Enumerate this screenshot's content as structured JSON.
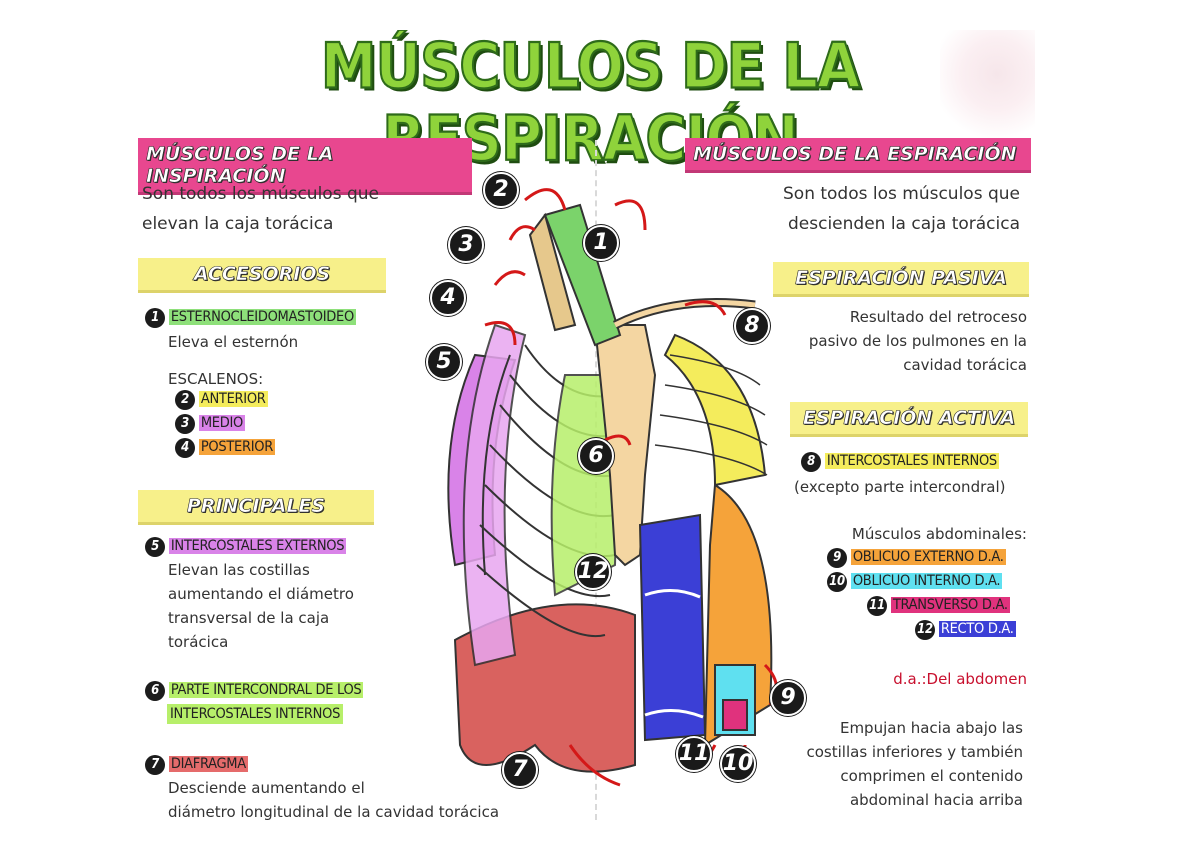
{
  "title": "MÚSCULOS DE LA RESPIRACIÓN",
  "left": {
    "banner": "MÚSCULOS DE LA INSPIRACIÓN",
    "intro_1": "Son todos los músculos que",
    "intro_2": "elevan la caja torácica",
    "accesorios": "ACCESORIOS",
    "esterno": "ESTERNOCLEIDOMASTOIDEO",
    "esterno_desc": "Eleva el esternón",
    "escalenos": "ESCALENOS:",
    "anterior": "ANTERIOR",
    "medio": "MEDIO",
    "posterior": "POSTERIOR",
    "principales": "PRINCIPALES",
    "intercostales_ext": "INTERCOSTALES EXTERNOS",
    "ext_desc_1": "Elevan las costillas",
    "ext_desc_2": "aumentando el diámetro",
    "ext_desc_3": "transversal de la caja",
    "ext_desc_4": "torácica",
    "intercondral_1": "PARTE INTERCONDRAL DE LOS",
    "intercondral_2": "INTERCOSTALES INTERNOS",
    "diafragma": "DIAFRAGMA",
    "diaf_desc_1": "Desciende aumentando el",
    "diaf_desc_2": "diámetro longitudinal de la cavidad torácica"
  },
  "right": {
    "banner": "MÚSCULOS DE LA ESPIRACIÓN",
    "intro_1": "Son todos los músculos que",
    "intro_2": "descienden la caja torácica",
    "pasiva": "ESPIRACIÓN PASIVA",
    "pasiva_1": "Resultado del retroceso",
    "pasiva_2": "pasivo de los pulmones en la",
    "pasiva_3": "cavidad torácica",
    "activa": "ESPIRACIÓN ACTIVA",
    "int_internos": "INTERCOSTALES INTERNOS",
    "excepto": "(excepto parte intercondral)",
    "abdominales": "Músculos abdominales:",
    "oblicuo_ext": "OBLICUO EXTERNO D.A.",
    "oblicuo_int": "OBLICUO INTERNO D.A.",
    "transverso": "TRANSVERSO D.A.",
    "recto": "RECTO D.A.",
    "da_note": "d.a.:Del abdomen",
    "empujan_1": "Empujan hacia abajo las",
    "empujan_2": "costillas inferiores y también",
    "empujan_3": "comprimen el contenido",
    "empujan_4": "abdominal hacia arriba"
  },
  "numbers": [
    "1",
    "2",
    "3",
    "4",
    "5",
    "6",
    "7",
    "8",
    "9",
    "10",
    "11",
    "12"
  ],
  "colors": {
    "green": "#8ee07a",
    "yellow": "#f4ec5c",
    "pink": "#e8478f",
    "orange": "#f5a33a",
    "violet": "#d983e8",
    "cyan": "#5fe0f0",
    "magenta": "#e0327d",
    "blue": "#3b3fd6",
    "red_label": "#e56b6b"
  },
  "icons": [
    "arrow-icon"
  ]
}
